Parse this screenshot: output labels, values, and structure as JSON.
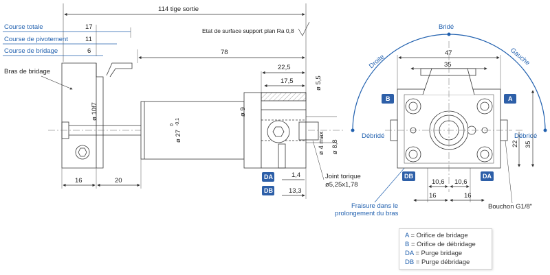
{
  "top_dimension": "114 tige sortie",
  "surface_note": "Etat de surface support plan Ra 0,8",
  "course_table": [
    {
      "label": "Course totale",
      "value": "17"
    },
    {
      "label": "Course de pivotement",
      "value": "11"
    },
    {
      "label": "Course de bridage",
      "value": "6"
    }
  ],
  "arm_label": "Bras de bridage",
  "dims_side": {
    "d78": "78",
    "d22_5": "22,5",
    "d17_5": "17,5",
    "d5_5": "ø 5,5",
    "d10f7": "ø 10f7",
    "d27": "ø 27",
    "d27_tol_up": "0",
    "d27_tol_dn": "-0,1",
    "d9": "ø 9",
    "d4": "ø 4 max",
    "d8_8": "ø 8,8",
    "d16": "16",
    "d20": "20",
    "d1_4": "1,4",
    "d13_3": "13,3"
  },
  "joint_label": "Joint torique",
  "joint_size": "ø5,25x1,78",
  "fraisure_label_1": "Fraisure dans le",
  "fraisure_label_2": "prolongement du bras",
  "front_view": {
    "bride": "Bridé",
    "droite": "Droite",
    "gauche": "Gauche",
    "debride_left": "Débridé",
    "debride_right": "Débridé",
    "d47": "47",
    "d35_top": "35",
    "d22": "22",
    "d35_side": "35",
    "d10_6_a": "10,6",
    "d10_6_b": "10,6",
    "d16_a": "16",
    "d16_b": "16",
    "bouchon": "Bouchon G1/8\""
  },
  "ports": {
    "A": "A",
    "B": "B",
    "DA_side": "DA",
    "DB_side": "DB",
    "DA_front": "DA",
    "DB_front": "DB"
  },
  "legend": [
    {
      "key": "A",
      "text": " = Orifice de bridage"
    },
    {
      "key": "B",
      "text": " = Orifice de débridage"
    },
    {
      "key": "DA",
      "text": " = Purge bridage"
    },
    {
      "key": "DB",
      "text": " = Purge débridage"
    }
  ],
  "colors": {
    "accent": "#1f5fae",
    "port_badge": "#2d5fa8",
    "line": "#333333"
  }
}
